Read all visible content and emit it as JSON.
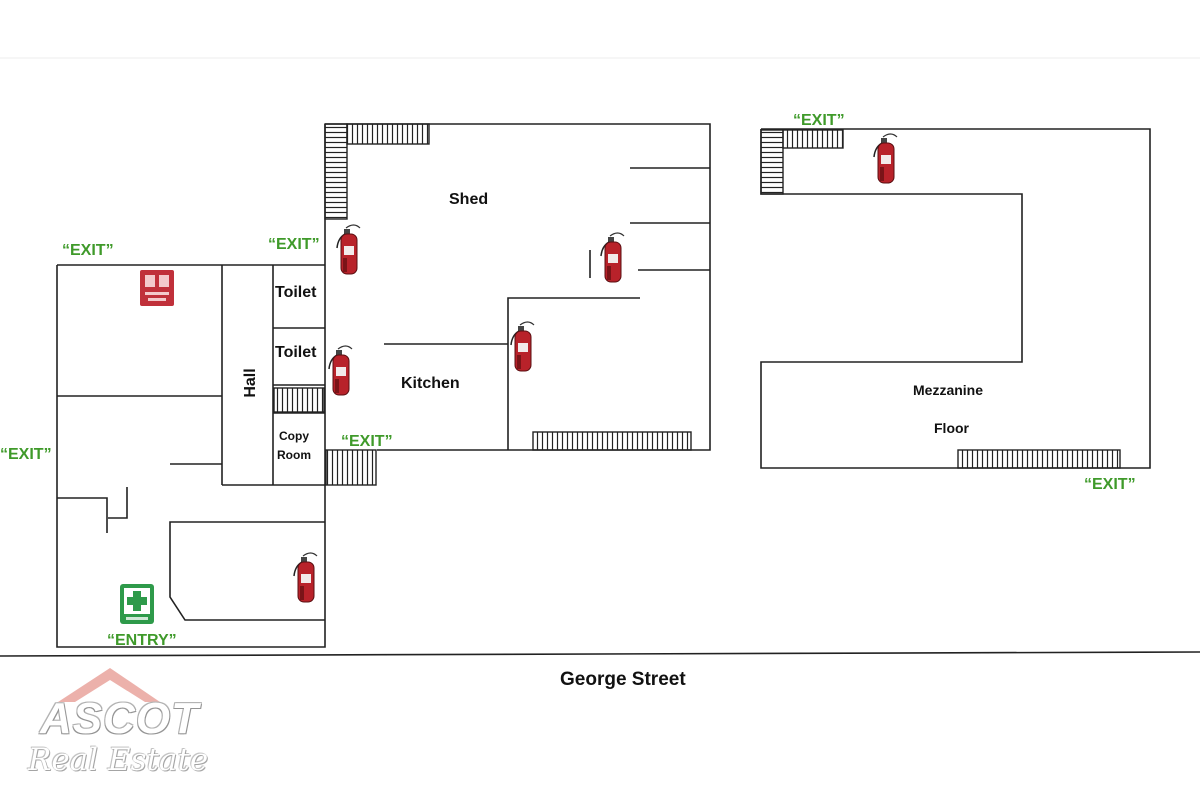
{
  "rooms": {
    "shed": "Shed",
    "toilet_1": "Toilet",
    "toilet_2": "Toilet",
    "hall": "Hall",
    "kitchen": "Kitchen",
    "copy_room_line1": "Copy",
    "copy_room_line2": "Room",
    "mezzanine": "Mezzanine",
    "floor": "Floor"
  },
  "exits": {
    "exit_top_left": "“EXIT”",
    "exit_left": "“EXIT”",
    "exit_toilet": "“EXIT”",
    "exit_kitchen": "“EXIT”",
    "exit_mezz_top": "“EXIT”",
    "exit_mezz_bottom": "“EXIT”",
    "entry": "“ENTRY”"
  },
  "street": "George Street",
  "logo": {
    "brand": "ASCOT",
    "tagline": "Real Estate"
  },
  "colors": {
    "wall": "#222222",
    "exit_text": "#3f9a2a",
    "extinguisher": "#b8222a",
    "first_aid": "#2e9a4a",
    "fire_sign": "#c0303a",
    "logo_roof": "#e9a39c"
  },
  "icons": {
    "extinguisher": "fire-extinguisher-icon",
    "first_aid": "first-aid-kit-icon",
    "fire_sign": "fire-alarm-sign-icon",
    "stairs": "stairs-icon"
  }
}
